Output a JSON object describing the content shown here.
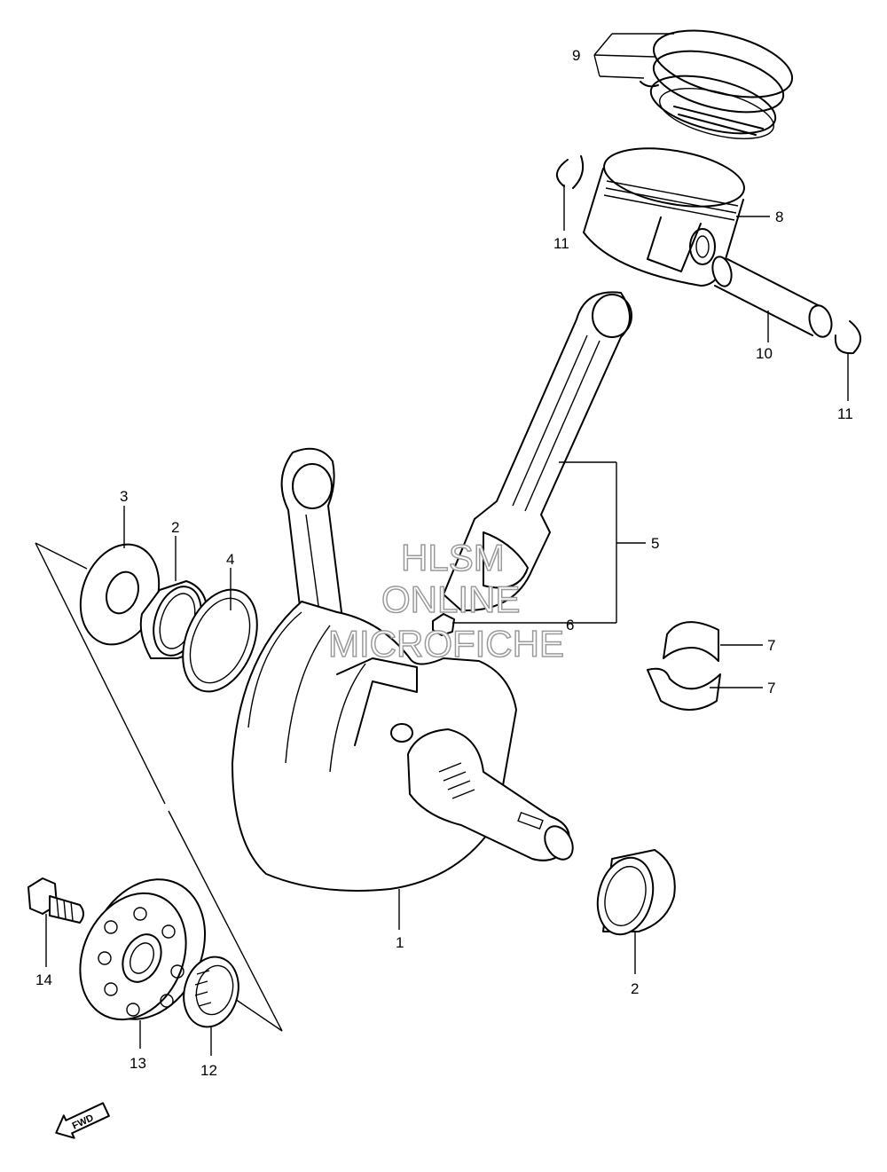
{
  "callouts": {
    "c1": "1",
    "c2a": "2",
    "c2b": "2",
    "c3": "3",
    "c4": "4",
    "c5": "5",
    "c6": "6",
    "c7a": "7",
    "c7b": "7",
    "c8": "8",
    "c9": "9",
    "c10": "10",
    "c11a": "11",
    "c11b": "11",
    "c12": "12",
    "c13": "13",
    "c14": "14"
  },
  "direction_label": "FWD",
  "watermark": {
    "line1": "HLSM",
    "line2": "ONLINE",
    "line3": "MICROFICHE"
  }
}
